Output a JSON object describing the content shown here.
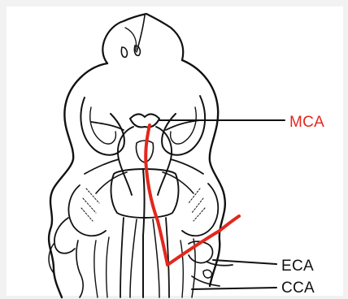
{
  "figure": {
    "labels": {
      "mca": "MCA",
      "eca": "ECA",
      "cca": "CCA"
    },
    "colors": {
      "background": "#f2f2f2",
      "panel": "#ffffff",
      "anatomy_ink": "#111111",
      "filament_highlight": "#e3271c",
      "mca_label": "#e3271c",
      "eca_label": "#111111",
      "cca_label": "#111111"
    }
  }
}
